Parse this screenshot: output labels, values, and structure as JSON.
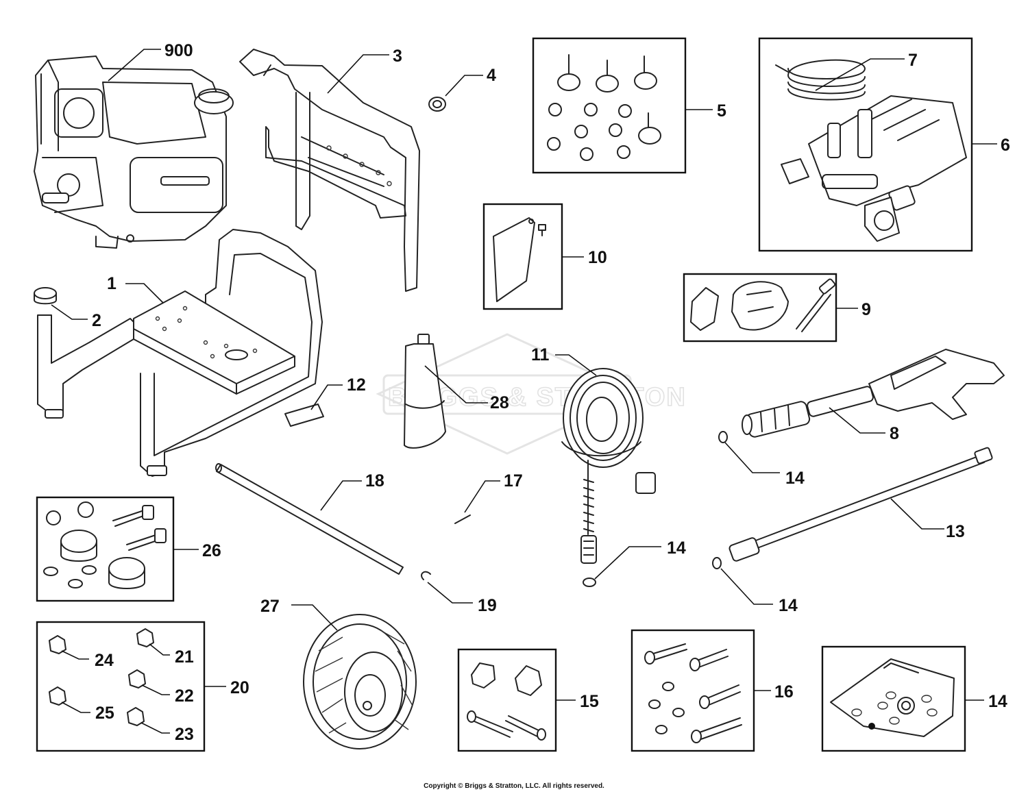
{
  "watermark": "BRIGGS & STRATTON",
  "copyright": "Copyright © Briggs & Stratton, LLC. All rights reserved.",
  "callouts": {
    "c900": "900",
    "c3": "3",
    "c4": "4",
    "c5": "5",
    "c7": "7",
    "c6": "6",
    "c10": "10",
    "c9": "9",
    "c1": "1",
    "c2": "2",
    "c12": "12",
    "c28": "28",
    "c11": "11",
    "c8": "8",
    "c14a": "14",
    "c18": "18",
    "c17": "17",
    "c26": "26",
    "c14b": "14",
    "c13": "13",
    "c19": "19",
    "c14c": "14",
    "c27": "27",
    "c24": "24",
    "c21": "21",
    "c20": "20",
    "c22": "22",
    "c25": "25",
    "c23": "23",
    "c15": "15",
    "c16": "16",
    "c14d": "14"
  }
}
